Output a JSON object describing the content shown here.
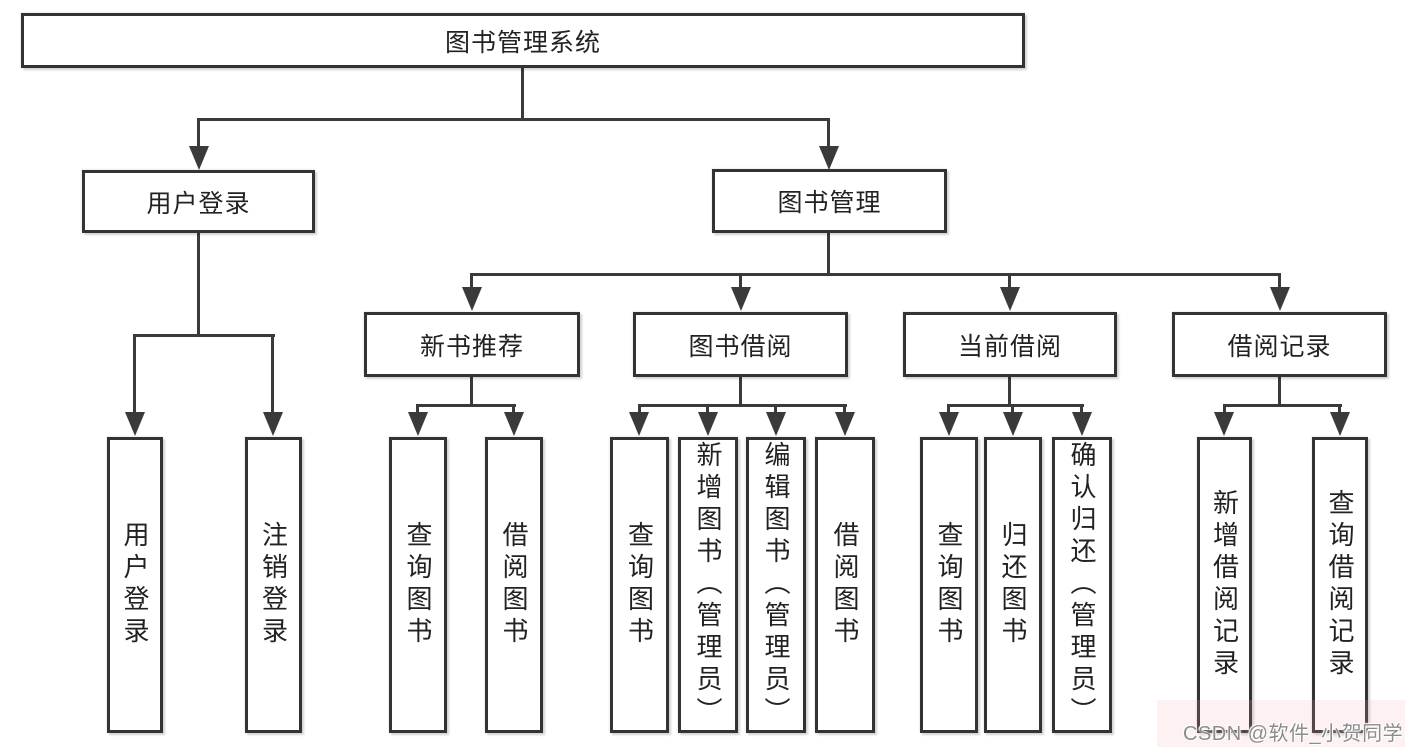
{
  "diagram": {
    "root": "图书管理系统",
    "level2": {
      "user_login": "用户登录",
      "book_mgmt": "图书管理"
    },
    "level3": {
      "new_books": "新书推荐",
      "book_borrow": "图书借阅",
      "current_borrow": "当前借阅",
      "borrow_records": "借阅记录"
    },
    "leaves": {
      "user_login": [
        "用户登录",
        "注销登录"
      ],
      "new_books": [
        "查询图书",
        "借阅图书"
      ],
      "book_borrow": [
        "查询图书",
        "新增图书（管理员）",
        "编辑图书（管理员）",
        "借阅图书"
      ],
      "current_borrow": [
        "查询图书",
        "归还图书",
        "确认归还（管理员）"
      ],
      "borrow_records": [
        "新增借阅记录",
        "查询借阅记录"
      ]
    }
  },
  "watermark": "CSDN @软件_小贺同学",
  "colors": {
    "background": "#ffffff",
    "box_border": "#333333",
    "connector_line": "#3a3a3a",
    "text": "#222222",
    "watermark_text": "#8c8c8c"
  }
}
